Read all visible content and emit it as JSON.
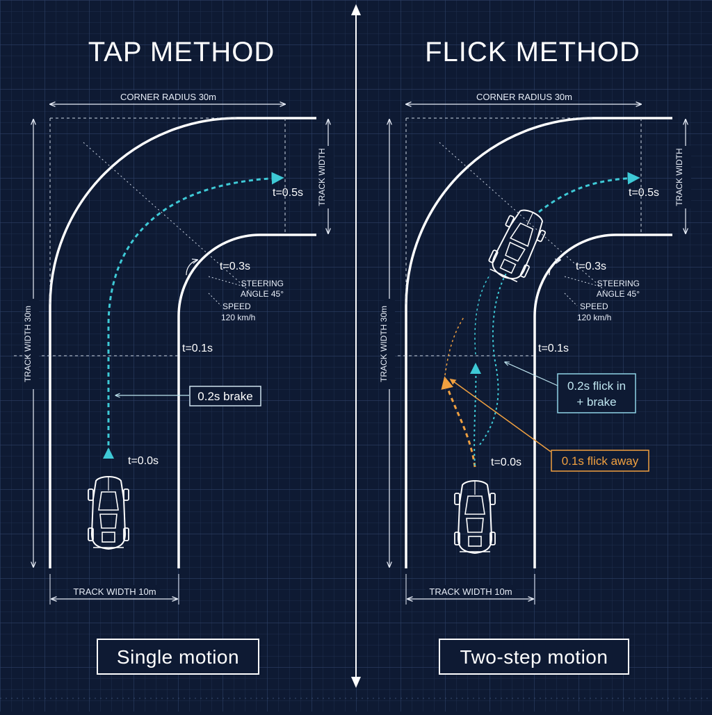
{
  "left": {
    "title": "TAP METHOD",
    "corner_radius": "CORNER RADIUS 30m",
    "track_width_side": "TRACK WIDTH",
    "track_width_left": "TRACK WIDTH 30m",
    "track_width_bottom": "TRACK WIDTH 10m",
    "t05": "t=0.5s",
    "t03": "t=0.3s",
    "t01": "t=0.1s",
    "t00": "t=0.0s",
    "steering_1": "STEERING",
    "steering_2": "ANGLE 45°",
    "speed_1": "SPEED",
    "speed_2": "120 km/h",
    "callout": "0.2s brake",
    "caption": "Single motion"
  },
  "right": {
    "title": "FLICK METHOD",
    "corner_radius": "CORNER RADIUS 30m",
    "track_width_side": "TRACK WIDTH",
    "track_width_left": "TRACK WIDTH 30m",
    "track_width_bottom": "TRACK WIDTH 10m",
    "t05": "t=0.5s",
    "t03": "t=0.3s",
    "t01": "t=0.1s",
    "t00": "t=0.0s",
    "steering_1": "STEERING",
    "steering_2": "ANGLE 45°",
    "speed_1": "SPEED",
    "speed_2": "120 km/h",
    "callout_in_1": "0.2s flick in",
    "callout_in_2": "+ brake",
    "callout_away": "0.1s flick away",
    "caption": "Two-step motion"
  },
  "colors": {
    "background": "#0e1a33",
    "grid": "#2a3b5c",
    "track": "#ffffff",
    "path_teal": "#3ec9d6",
    "path_orange": "#f0a040"
  }
}
